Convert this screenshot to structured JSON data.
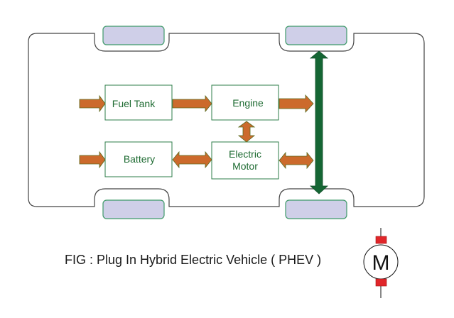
{
  "diagram": {
    "boxes": {
      "fuel_tank": "Fuel Tank",
      "engine": "Engine",
      "battery": "Battery",
      "electric_motor_line1": "Electric",
      "electric_motor_line2": "Motor"
    },
    "caption": "FIG : Plug In Hybrid Electric Vehicle ( PHEV )",
    "motor_symbol_letter": "M",
    "colors": {
      "arrow_orange": "#cc6a2c",
      "arrow_outline": "#5a6b1e",
      "axle_green": "#156634",
      "box_border": "#2e7d4a",
      "wheel_fill": "#cfcfe8",
      "wheel_border": "#3f9a6a",
      "motor_terminal": "#e0262a"
    }
  }
}
